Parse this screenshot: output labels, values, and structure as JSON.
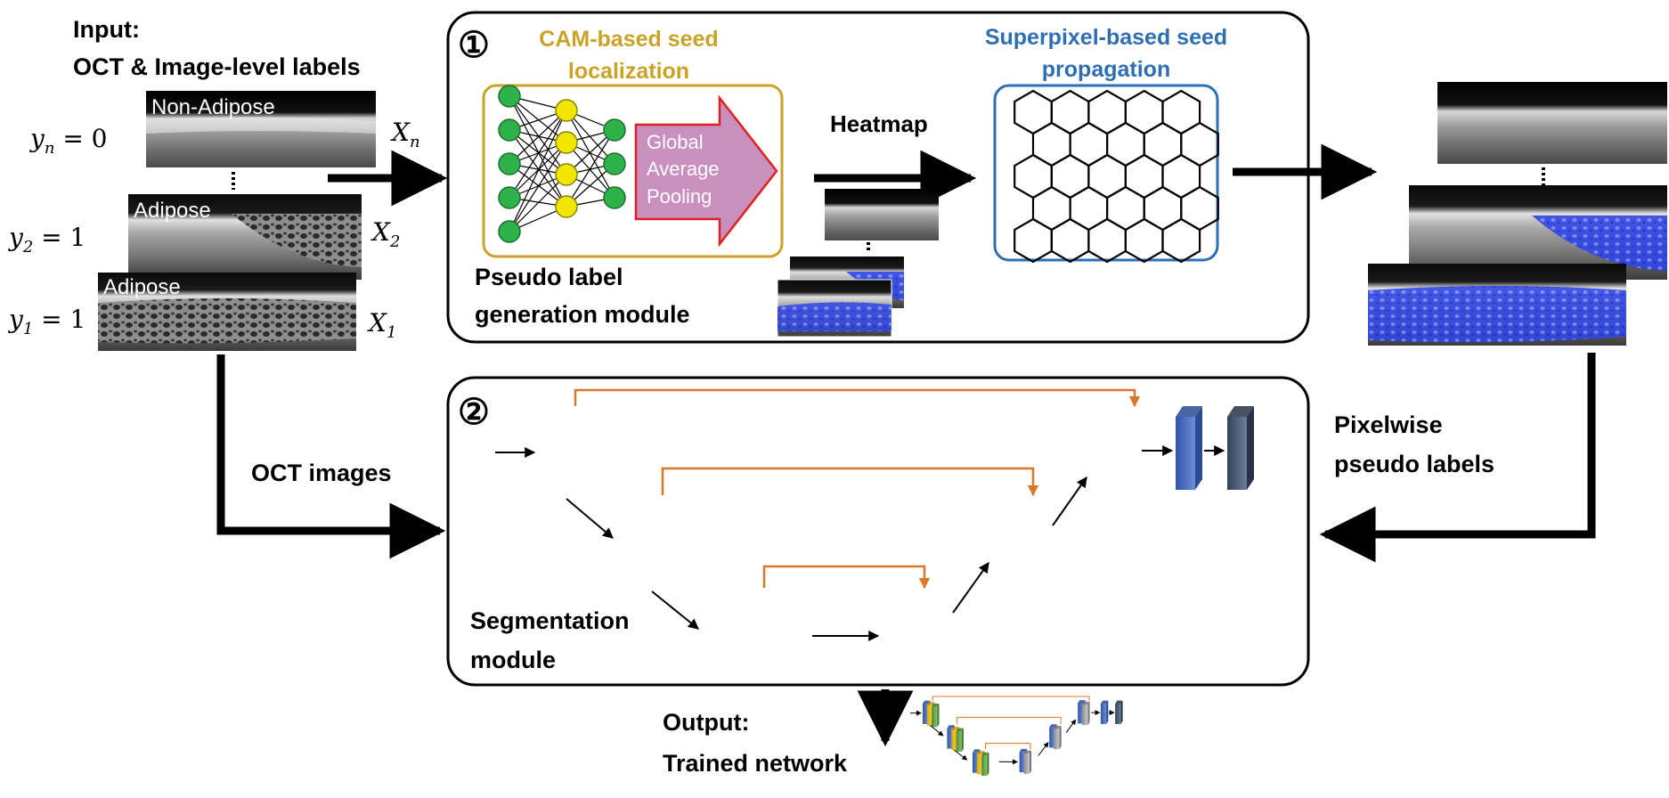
{
  "input": {
    "title_line1": "Input:",
    "title_line2": "OCT & Image-level labels",
    "samples": [
      {
        "label_var": "y",
        "label_sub": "n",
        "label_eq": " = 0",
        "image_tag": "Non-Adipose",
        "x_var": "X",
        "x_sub": "n"
      },
      {
        "label_var": "y",
        "label_sub": "2",
        "label_eq": " = 1",
        "image_tag": "Adipose",
        "x_var": "X",
        "x_sub": "2"
      },
      {
        "label_var": "y",
        "label_sub": "1",
        "label_eq": " = 1",
        "image_tag": "Adipose",
        "x_var": "X",
        "x_sub": "1"
      }
    ]
  },
  "pseudo_module": {
    "number": "①",
    "cam_title_line1": "CAM-based seed",
    "cam_title_line2": "localization",
    "gap_line1": "Global",
    "gap_line2": "Average",
    "gap_line3": "Pooling",
    "heatmap_label": "Heatmap",
    "superpixel_title_line1": "Superpixel-based seed",
    "superpixel_title_line2": "propagation",
    "name_line1": "Pseudo label",
    "name_line2": "generation module"
  },
  "seg_module": {
    "number": "②",
    "name_line1": "Segmentation",
    "name_line2": "module"
  },
  "oct_images_label": "OCT images",
  "pixelwise_line1": "Pixelwise",
  "pixelwise_line2": "pseudo labels",
  "output_line1": "Output:",
  "output_line2": "Trained network",
  "colors": {
    "cam_gold": "#c9a227",
    "superpixel_blue": "#2e6fb3",
    "node_green": "#2db34a",
    "node_yellow": "#f2e600",
    "gap_fill": "#c88fbf",
    "gap_stroke": "#e02020",
    "skip_orange": "#d9772a",
    "block_blue": "#3f64b5",
    "block_yellow": "#f1b800",
    "block_green": "#6aa84f",
    "block_gray": "#a9a9a9",
    "block_navy": "#44546a",
    "overlay_blue": "#2f46e8"
  }
}
